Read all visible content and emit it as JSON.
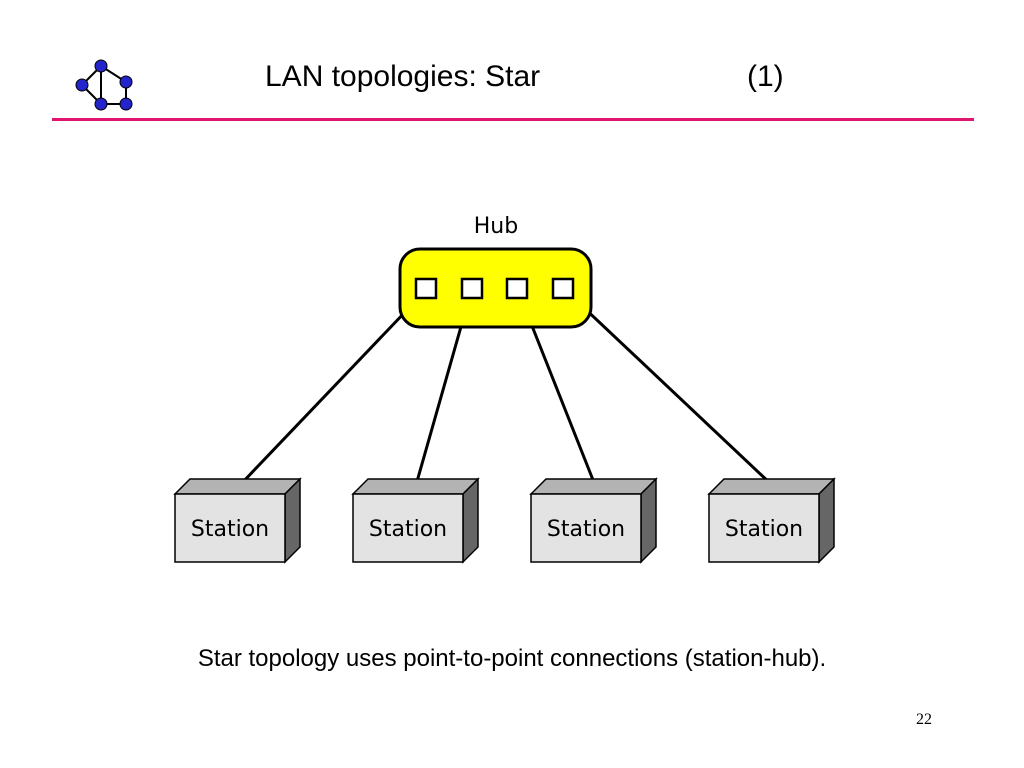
{
  "slide": {
    "title": "LAN topologies: Star",
    "title_number": "(1)",
    "caption": "Star topology uses point-to-point connections (station-hub).",
    "page_number": "22",
    "accent_color": "#e0156f",
    "logo_icon": "network-graph-icon"
  },
  "diagram": {
    "hub": {
      "label": "Hub",
      "fill": "#ffff00",
      "port_count": 4
    },
    "stations": [
      {
        "label": "Station"
      },
      {
        "label": "Station"
      },
      {
        "label": "Station"
      },
      {
        "label": "Station"
      }
    ],
    "station_fill": "#e3e3e3",
    "station_side_color": "#666666",
    "station_top_color": "#b3b3b3"
  }
}
